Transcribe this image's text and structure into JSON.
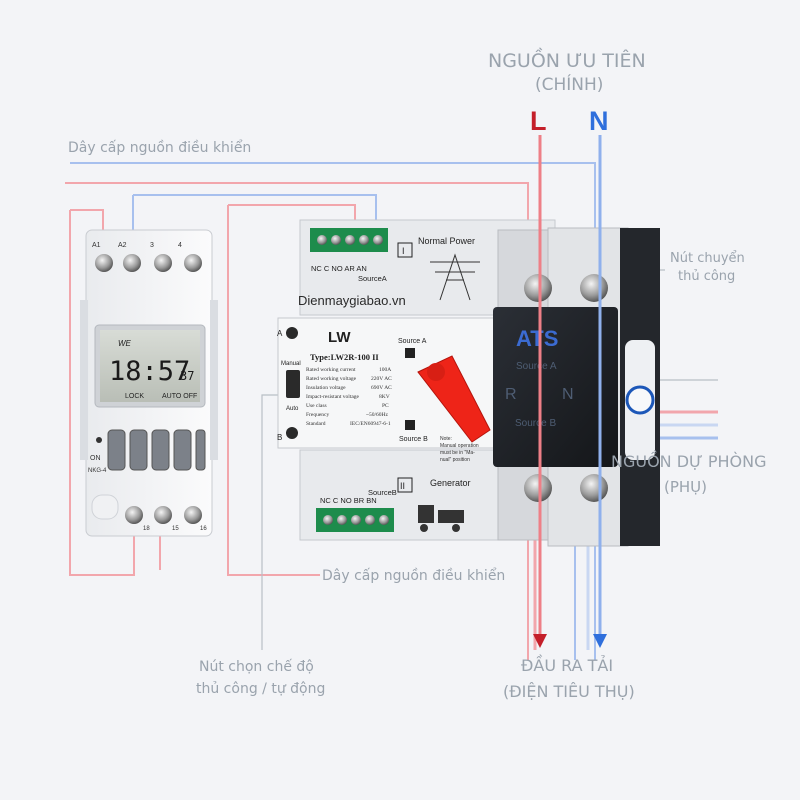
{
  "title": {
    "line1": "NGUỒN ƯU TIÊN",
    "line2": "(CHÍNH)",
    "L": "L",
    "N": "N"
  },
  "labels": {
    "control_top": "Dây cấp nguồn điều khiển",
    "control_bottom": "Dây cấp nguồn điều khiển",
    "manual_switch_1": "Nút chuyển",
    "manual_switch_2": "thủ công",
    "backup_1": "NGUỒN DỰ PHÒNG",
    "backup_2": "(PHỤ)",
    "mode_1": "Nút chọn chế độ",
    "mode_2": "thủ công / tự động",
    "output_1": "ĐẦU RA TẢI",
    "output_2": "(ĐIỆN TIÊU THỤ)"
  },
  "watermark": "Dienmaygiabao.vn",
  "timer": {
    "terminals_top": [
      "A1",
      "A2",
      "3",
      "4"
    ],
    "terminals_bottom": [
      "18",
      "15",
      "16"
    ],
    "brand": "WE",
    "time": "18:57",
    "seconds": "37",
    "lock": "LOCK",
    "auto_off": "AUTO OFF",
    "on": "ON",
    "model": "NKG-4"
  },
  "ats": {
    "brand": "LW",
    "type": "Type:LW2R-100 II",
    "specs": [
      {
        "label": "Rated working current",
        "value": "100A"
      },
      {
        "label": "Rated working voltage",
        "value": "220V AC"
      },
      {
        "label": "Insulation voltage",
        "value": "690V AC"
      },
      {
        "label": "Impact-resistant voltage",
        "value": "8KV"
      },
      {
        "label": "Use class",
        "value": "PC"
      },
      {
        "label": "Frequency",
        "value": "~50/60Hz"
      },
      {
        "label": "Standard",
        "value": "IEC/EN60947-6-1"
      }
    ],
    "section1": "I",
    "section1_label": "Normal Power",
    "section2": "II",
    "section2_label": "Generator",
    "terminals_a": "NC C NO AR AN",
    "source_a": "SourceA",
    "terminals_b": "NC C NO BR BN",
    "source_b": "SourceB",
    "switch_a": "Source A",
    "switch_b": "Source B",
    "manual": "Manual",
    "auto": "Auto",
    "mark_a": "A",
    "mark_b": "B",
    "note_1": "Note:",
    "note_2": "Manual operation",
    "note_3": "must be in \"Ma-",
    "note_4": "nual\" position",
    "side_label": "ATS",
    "side_source_a": "Source A",
    "side_r": "R",
    "side_n": "N",
    "side_source_b": "Source B"
  },
  "colors": {
    "L_line": "#e52530",
    "N_line": "#2f6fdc",
    "label_gray": "#9aa3ad",
    "handle_red": "#ee2418"
  }
}
